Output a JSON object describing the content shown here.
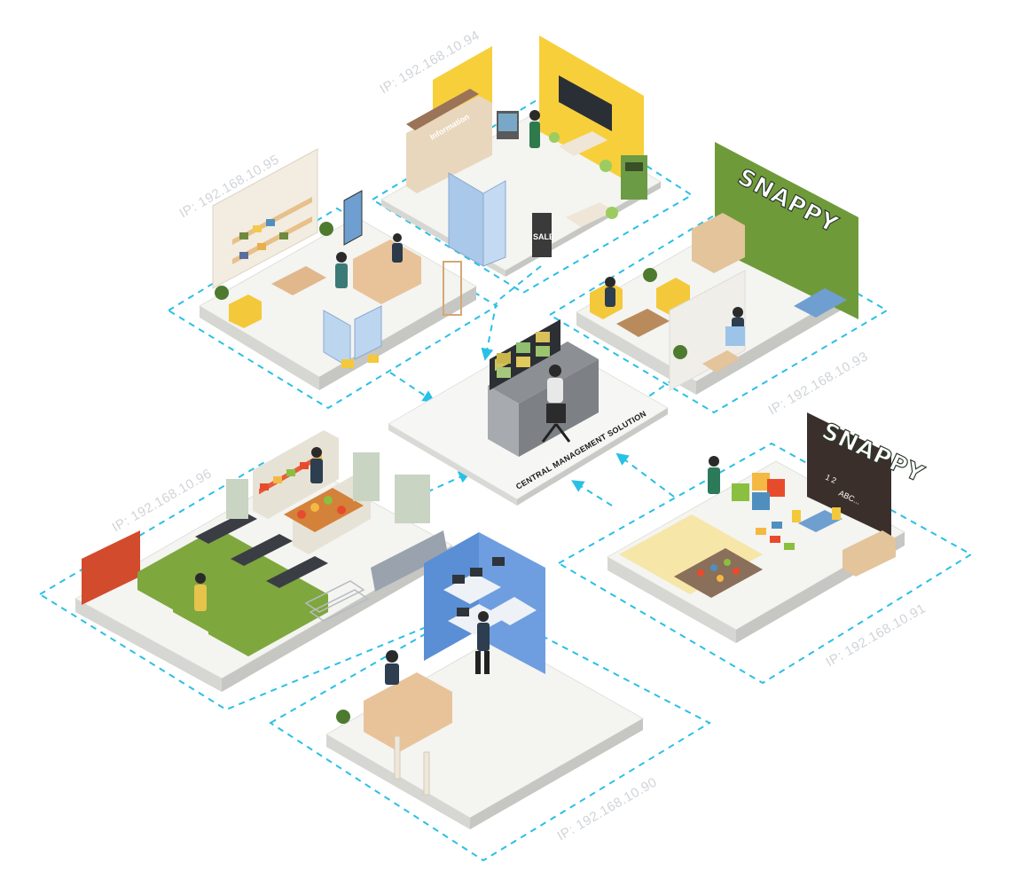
{
  "central": {
    "label": "CENTRAL MANAGEMENT SOLUTION"
  },
  "stores": [
    {
      "id": "info-lobby",
      "ip": "IP: 192.168.10.94"
    },
    {
      "id": "boutique",
      "ip": "IP: 192.168.10.95"
    },
    {
      "id": "salon",
      "ip": "IP: 192.168.10.93"
    },
    {
      "id": "supermarket",
      "ip": "IP: 192.168.10.96"
    },
    {
      "id": "kids-room",
      "ip": "IP: 192.168.10.91"
    },
    {
      "id": "electronics",
      "ip": "IP: 192.168.10.90"
    }
  ],
  "signs": {
    "salon_brand": "SNAPPY",
    "kids_brand": "SNAPPY",
    "information": "Information",
    "sale": "SALE",
    "chalk_numbers": "1 2",
    "chalk_abc": "ABC..."
  },
  "colors": {
    "connector": "#29c0e6",
    "floor": "#f4f5f3",
    "yellow_wall": "#f7cf3b",
    "green_wall": "#6f9a3a",
    "blue_wall": "#5a8fd6",
    "board": "#3a2f2b"
  }
}
